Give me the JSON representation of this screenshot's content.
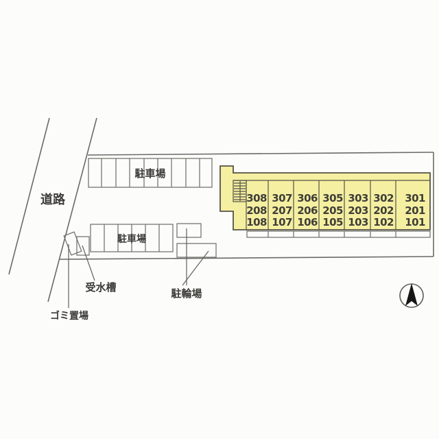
{
  "drawing": {
    "type": "apartment-site-plan",
    "colors": {
      "building_fill": "#f5efa2",
      "building_outline": "#545246",
      "line_gray": "#6a6a66",
      "text": "#3b3a36",
      "background": "#fcfcfa",
      "compass_needle": "#161616"
    },
    "labels": {
      "road": "道路",
      "parking_upper": "駐車場",
      "parking_lower": "駐車場",
      "water_tank": "受水槽",
      "bicycle_parking": "駐輪場",
      "garbage_area": "ゴミ置場"
    },
    "parking_upper_stalls": 9,
    "parking_lower_stalls": 6,
    "building": {
      "floors": 3,
      "units": [
        {
          "rooms": [
            "308",
            "208",
            "108"
          ]
        },
        {
          "rooms": [
            "307",
            "207",
            "107"
          ]
        },
        {
          "rooms": [
            "306",
            "206",
            "106"
          ]
        },
        {
          "rooms": [
            "305",
            "205",
            "105"
          ]
        },
        {
          "rooms": [
            "303",
            "203",
            "103"
          ]
        },
        {
          "rooms": [
            "302",
            "202",
            "102"
          ]
        },
        {
          "rooms": [
            "301",
            "201",
            "101"
          ]
        }
      ]
    },
    "compass": {
      "direction": "N"
    }
  }
}
